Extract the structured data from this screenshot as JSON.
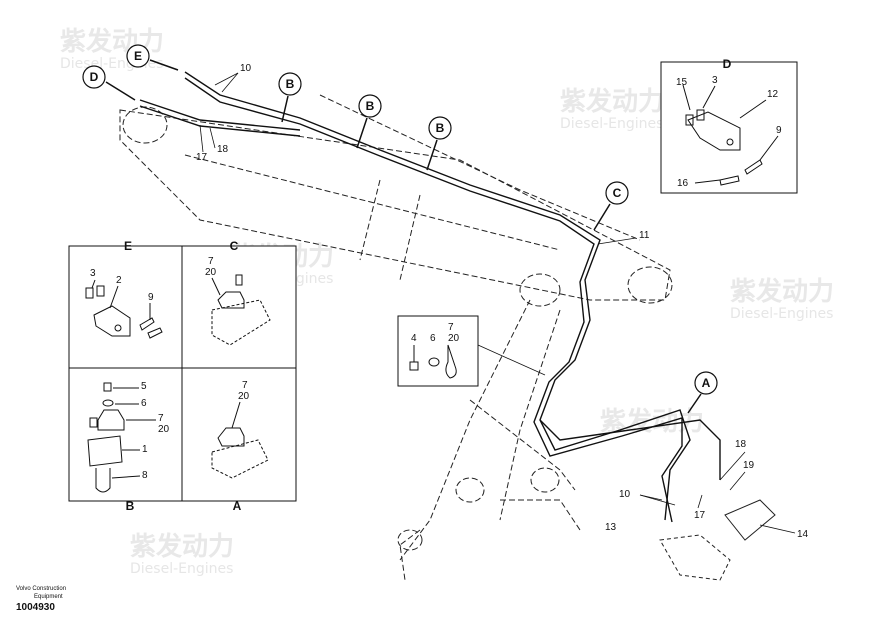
{
  "watermark": {
    "brand": "紫发动力",
    "subtitle": "Diesel-Engines"
  },
  "callouts": {
    "A": "A",
    "B": "B",
    "C": "C",
    "D": "D",
    "E": "E"
  },
  "main_numbers": {
    "n10_top": "10",
    "n17": "17",
    "n18": "18",
    "n11": "11",
    "n18b": "18",
    "n19": "19",
    "n10_bot": "10",
    "n17b": "17",
    "n13": "13",
    "n14": "14"
  },
  "detail_d": {
    "title": "D",
    "n15": "15",
    "n3": "3",
    "n12": "12",
    "n9": "9",
    "n16": "16"
  },
  "grid": {
    "E": {
      "title": "E",
      "n3": "3",
      "n2": "2",
      "n9": "9"
    },
    "C": {
      "title": "C",
      "n7": "7",
      "n20": "20"
    },
    "B": {
      "title": "B",
      "n5": "5",
      "n6": "6",
      "n7": "7",
      "n20": "20",
      "n1": "1",
      "n8": "8"
    },
    "A": {
      "title": "A",
      "n7": "7",
      "n20": "20"
    }
  },
  "inset": {
    "n4": "4",
    "n6": "6",
    "n7": "7",
    "n20": "20"
  },
  "footer": {
    "line1": "Volvo Construction",
    "line2": "Equipment",
    "doc_number": "1004930"
  }
}
